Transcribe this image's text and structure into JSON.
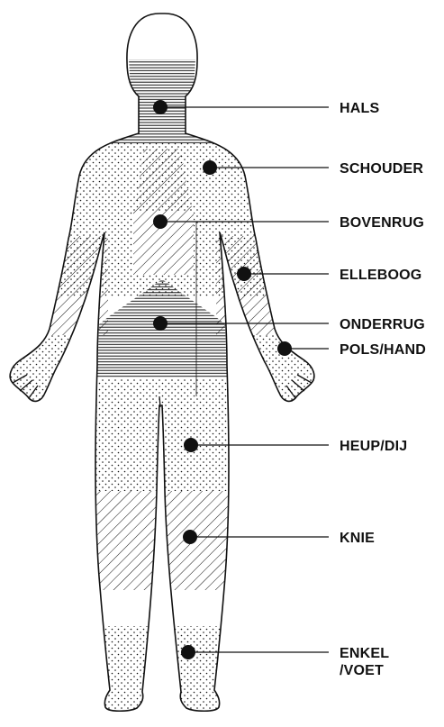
{
  "diagram": {
    "ink_color": "#111111",
    "background_color": "#ffffff",
    "regions": [
      {
        "key": "hals",
        "label": "HALS",
        "icon": "neck-marker"
      },
      {
        "key": "schouder",
        "label": "SCHOUDER",
        "icon": "shoulder-marker"
      },
      {
        "key": "bovenrug",
        "label": "BOVENRUG",
        "icon": "upper-back-marker"
      },
      {
        "key": "elleboog",
        "label": "ELLEBOOG",
        "icon": "elbow-marker"
      },
      {
        "key": "onderrug",
        "label": "ONDERRUG",
        "icon": "lower-back-marker"
      },
      {
        "key": "pols_hand",
        "label": "POLS/HAND",
        "icon": "wrist-hand-marker"
      },
      {
        "key": "heup_dij",
        "label": "HEUP/DIJ",
        "icon": "hip-thigh-marker"
      },
      {
        "key": "knie",
        "label": "KNIE",
        "icon": "knee-marker"
      },
      {
        "key": "enkel_voet",
        "label_line1": "ENKEL",
        "label_line2": "/VOET",
        "icon": "ankle-foot-marker"
      }
    ]
  }
}
